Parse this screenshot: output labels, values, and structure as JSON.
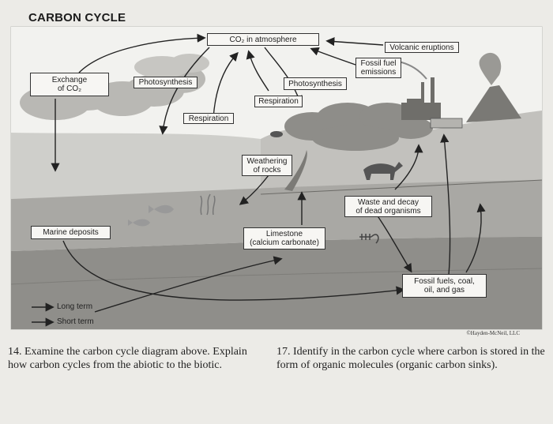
{
  "title": "CARBON CYCLE",
  "labels": {
    "co2_atmosphere": "CO₂ in atmosphere",
    "volcanic_eruptions": "Volcanic eruptions",
    "fossil_fuel_emissions": "Fossil fuel\nemissions",
    "exchange_co2": "Exchange\nof CO₂",
    "photosynthesis_ocean": "Photosynthesis",
    "photosynthesis_land": "Photosynthesis",
    "respiration_land": "Respiration",
    "respiration_ocean": "Respiration",
    "weathering": "Weathering\nof rocks",
    "waste_decay": "Waste and decay\nof dead organisms",
    "marine_deposits": "Marine deposits",
    "limestone": "Limestone\n(calcium carbonate)",
    "fossil_fuels": "Fossil fuels, coal,\noil, and gas"
  },
  "legend": {
    "long_term": "Long term",
    "short_term": "Short term"
  },
  "credit": "©Hayden-McNeil, LLC",
  "questions": {
    "q14_number": "14.",
    "q14_text": "Examine the carbon cycle diagram above. Explain how carbon cycles from the abiotic to the biotic.",
    "q17_number": "17.",
    "q17_text": "Identify in the carbon cycle where carbon is stored in the form of organic molecules (organic carbon sinks)."
  }
}
